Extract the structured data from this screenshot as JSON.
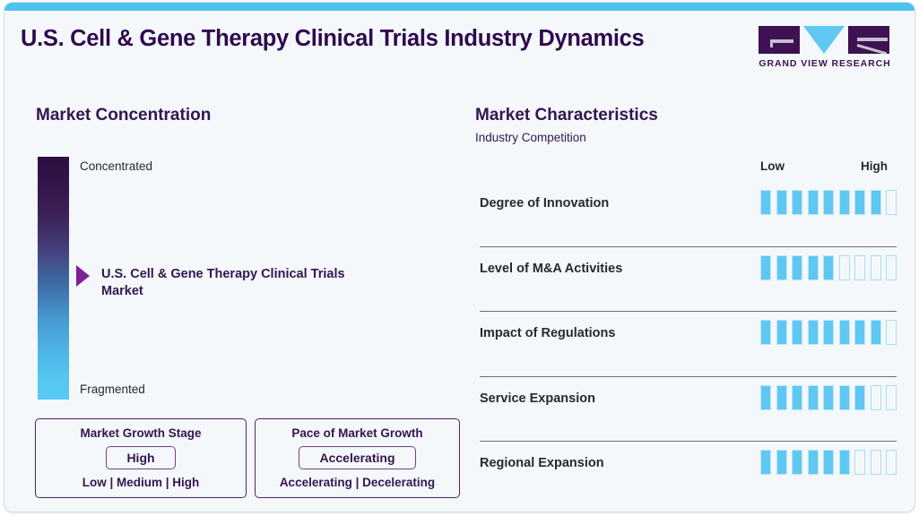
{
  "header": {
    "title": "U.S. Cell & Gene Therapy Clinical Trials Industry Dynamics",
    "logo_text": "GRAND VIEW RESEARCH",
    "accent_color": "#4ec3f0",
    "brand_color": "#3d1152"
  },
  "market_concentration": {
    "title": "Market Concentration",
    "top_label": "Concentrated",
    "bottom_label": "Fragmented",
    "marker_label": "U.S. Cell & Gene Therapy Clinical Trials Market",
    "marker_position_pct": 45,
    "gradient_top_color": "#2d0f42",
    "gradient_bottom_color": "#57caf4",
    "marker_color": "#7d2294"
  },
  "cards": [
    {
      "title": "Market Growth Stage",
      "value": "High",
      "options": "Low | Medium | High"
    },
    {
      "title": "Pace of Market Growth",
      "value": "Accelerating",
      "options": "Accelerating | Decelerating"
    }
  ],
  "market_characteristics": {
    "title": "Market Characteristics",
    "subtitle": "Industry Competition",
    "scale_low": "Low",
    "scale_high": "High",
    "bar_color": "#5ec8f3",
    "total_segments": 9
  },
  "chart_data": {
    "type": "bar",
    "title": "Market Characteristics",
    "subtitle": "Industry Competition",
    "xlabel": "",
    "ylabel": "",
    "scale_min_label": "Low",
    "scale_max_label": "High",
    "max_segments": 9,
    "categories": [
      "Degree of Innovation",
      "Level of M&A Activities",
      "Impact of Regulations",
      "Service Expansion",
      "Regional Expansion"
    ],
    "values": [
      8,
      5,
      8,
      7,
      6
    ],
    "ylim": [
      0,
      9
    ],
    "grid": false,
    "legend": "none"
  }
}
